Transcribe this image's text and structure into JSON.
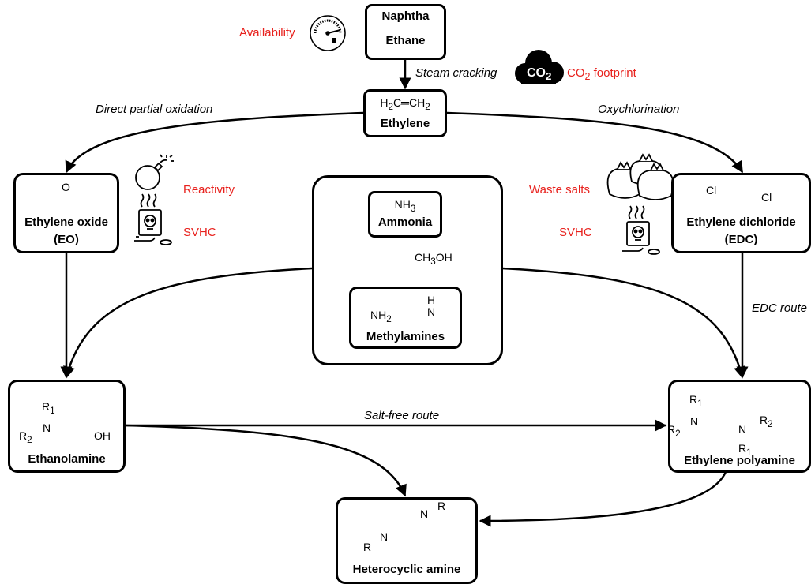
{
  "feedstock": {
    "line1": "Naphtha",
    "line2": "Ethane"
  },
  "ethylene": {
    "formula_html": "H<sub>2</sub>C═CH<sub>2</sub>",
    "name": "Ethylene"
  },
  "ethylene_oxide": {
    "name": "Ethylene oxide",
    "abbr": "(EO)"
  },
  "ethylene_dichloride": {
    "name": "Ethylene dichloride",
    "abbr": "(EDC)"
  },
  "ammonia": {
    "formula_html": "NH<sub>3</sub>",
    "name": "Ammonia"
  },
  "methanol_html": "CH<sub>3</sub>OH",
  "methylamines": {
    "name": "Methylamines",
    "nh2_html": "—NH<sub>2</sub>",
    "h": "H",
    "n": "N"
  },
  "ethanolamine": {
    "name": "Ethanolamine"
  },
  "ethylene_polyamine": {
    "name": "Ethylene polyamine"
  },
  "heterocyclic": {
    "name": "Heterocyclic amine",
    "r": "R",
    "n": "N"
  },
  "routes": {
    "steam_cracking": "Steam cracking",
    "direct_partial_oxidation": "Direct partial oxidation",
    "oxychlorination": "Oxychlorination",
    "edc_route": "EDC route",
    "salt_free_route": "Salt-free route"
  },
  "issues": {
    "availability": "Availability",
    "co2_footprint_html": "CO<sub>2</sub> footprint",
    "reactivity": "Reactivity",
    "svhc_left": "SVHC",
    "waste_salts": "Waste salts",
    "svhc_right": "SVHC"
  },
  "icons": {
    "co2_badge_html": "CO<sub>2</sub>",
    "fuel_gauge": "fuel-gauge-icon",
    "co2_cloud": "co2-cloud-icon",
    "bomb": "bomb-icon",
    "toxic": "toxic-skull-icon",
    "salt_bags": "salt-bags-icon"
  },
  "structure_labels": {
    "o": "O",
    "cl": "Cl",
    "n": "N",
    "oh": "OH",
    "r1_html": "R<sub>1</sub>",
    "r2_html": "R<sub>2</sub>"
  },
  "colors": {
    "issue_red": "#e8211d",
    "line": "#000000"
  }
}
